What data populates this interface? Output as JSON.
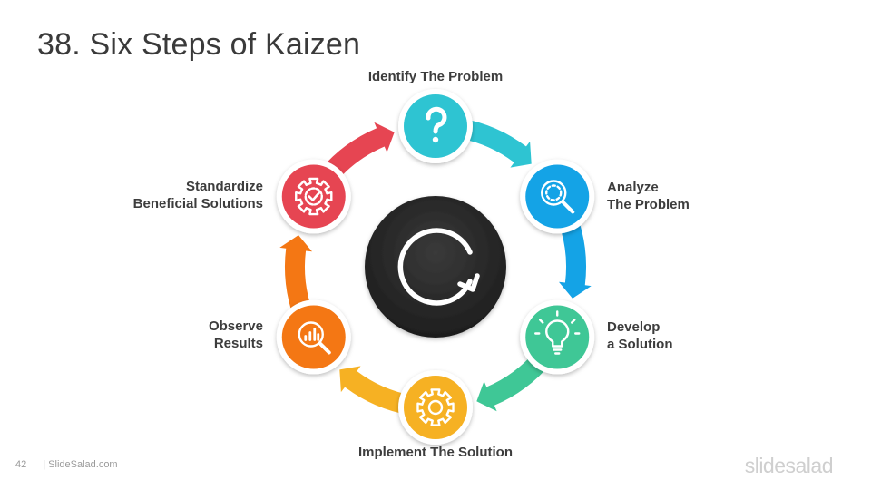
{
  "slide": {
    "title": "38. Six Steps of Kaizen"
  },
  "steps": [
    {
      "lines": [
        "Identify The Problem"
      ],
      "color": "#2ec4d2",
      "icon": "question-icon"
    },
    {
      "lines": [
        "Analyze",
        "The Problem"
      ],
      "color": "#14a3e6",
      "icon": "magnifier-icon"
    },
    {
      "lines": [
        "Develop",
        "a Solution"
      ],
      "color": "#3fc796",
      "icon": "lightbulb-icon"
    },
    {
      "lines": [
        "Implement The Solution"
      ],
      "color": "#f6b123",
      "icon": "gear-icon"
    },
    {
      "lines": [
        "Observe",
        "Results"
      ],
      "color": "#f47714",
      "icon": "chart-search-icon"
    },
    {
      "lines": [
        "Standardize",
        "Beneficial Solutions"
      ],
      "color": "#e64552",
      "icon": "gear-check-icon"
    }
  ],
  "center": {
    "icon": "refresh-cycle-icon",
    "color": "#2b2b2b"
  },
  "footer": {
    "page_number": "42",
    "site": "| SlideSalad.com"
  },
  "brand": "slidesalad"
}
